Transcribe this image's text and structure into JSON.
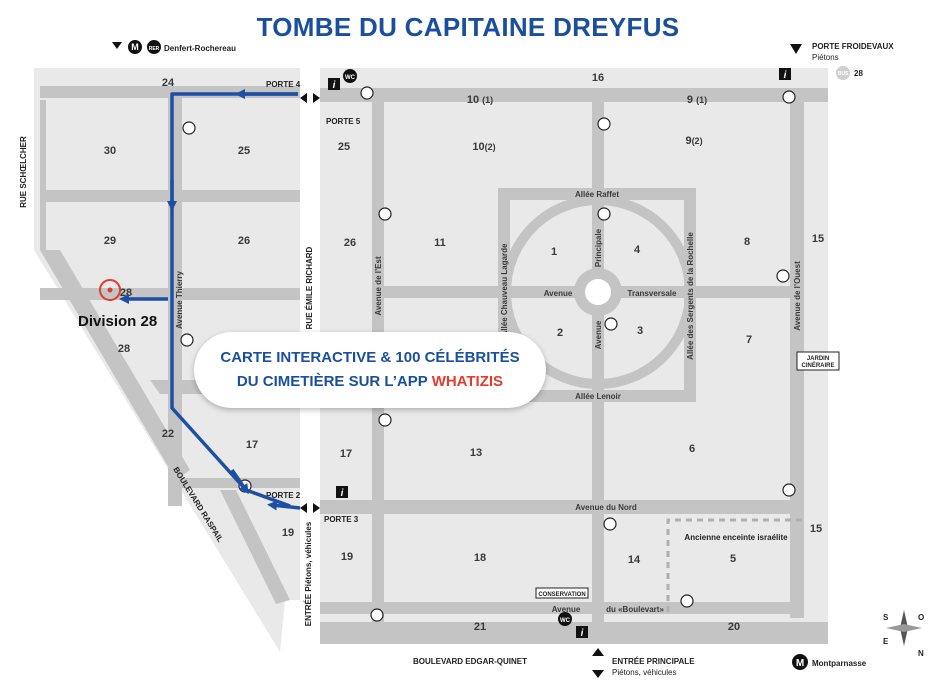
{
  "title": "TOMBE DU CAPITAINE DREYFUS",
  "banner": {
    "line1": "CARTE INTERACTIVE & 100 CÉLÉBRITÉS",
    "line2_prefix": "DU CIMETIÈRE SUR L’APP ",
    "app_name": "WHATIZIS"
  },
  "target_label": "Division 28",
  "metro": {
    "denfert": {
      "label": "Denfert-Rochereau",
      "badge_m": "M",
      "badge_rer": "RER"
    },
    "montparnasse": {
      "label": "Montparnasse",
      "badge_m": "M"
    }
  },
  "bus": {
    "badge": "BUS",
    "line": "28"
  },
  "gates": {
    "porte4": "PORTE 4",
    "porte5": "PORTE 5",
    "porte2": "PORTE 2",
    "porte3": "PORTE 3",
    "froidevaux": "PORTE FROIDEVAUX",
    "froidevaux_sub": "Piétons",
    "principale": "ENTRÉE PRINCIPALE",
    "principale_sub": "Piétons, véhicules",
    "entree_left": "ENTRÉE  Piétons, véhicules"
  },
  "streets": {
    "schoelcher": "RUE SCHŒLCHER",
    "emile_richard": "RUE ÉMILE RICHARD",
    "raspail": "BOULEVARD RASPAIL",
    "edgar_quinet": "BOULEVARD EDGAR-QUINET"
  },
  "alleys": {
    "thierry": "Avenue Thierry",
    "est": "Avenue de l’Est",
    "chauveau": "Allée Chauveau Lagarde",
    "principale": "Principale",
    "avenue_v": "Avenue",
    "sergents": "Allée des Sergents de la Rochelle",
    "ouest": "Avenue de l’Ouest",
    "raffet": "Allée Raffet",
    "lenoir": "Allée Lenoir",
    "avenue_h": "Avenue",
    "transversale": "Transversale",
    "nord": "Avenue du Nord",
    "boulevart_av": "Avenue",
    "boulevart": "du «Boulevart»"
  },
  "places": {
    "jardin1": "JARDIN",
    "jardin2": "CINÉRAIRE",
    "conservation": "CONSERVATION",
    "israelite": "Ancienne enceinte israélite",
    "wc": "WC",
    "info": "i"
  },
  "divisions": {
    "d24": "24",
    "d16": "16",
    "d10a": "10",
    "d10a_s": "(1)",
    "d9a": "9",
    "d9a_s": "(1)",
    "d30": "30",
    "d25l": "25",
    "d25r": "25",
    "d10b": "10",
    "d10b_s": "(2)",
    "d9b": "9",
    "d9b_s": "(2)",
    "d29": "29",
    "d26l": "26",
    "d26r": "26",
    "d11": "11",
    "d1": "1",
    "d4": "4",
    "d8": "8",
    "d15a": "15",
    "d28a": "28",
    "d28b": "28",
    "d2": "2",
    "d3": "3",
    "d7": "7",
    "d22": "22",
    "d17l": "17",
    "d17r": "17",
    "d13": "13",
    "d6": "6",
    "d19l": "19",
    "d19r": "19",
    "d18": "18",
    "d14": "14",
    "d5": "5",
    "d15b": "15",
    "d21": "21",
    "d20": "20"
  },
  "compass": {
    "s": "S",
    "o": "O",
    "e": "E",
    "n": "N"
  },
  "colors": {
    "title_blue": "#1b4f9c",
    "route_blue": "#1d4fa3",
    "accent_red": "#e33b2e",
    "ground": "#e9e9e9",
    "path": "#c4c4c4",
    "text_dark": "#3a3a3a"
  }
}
